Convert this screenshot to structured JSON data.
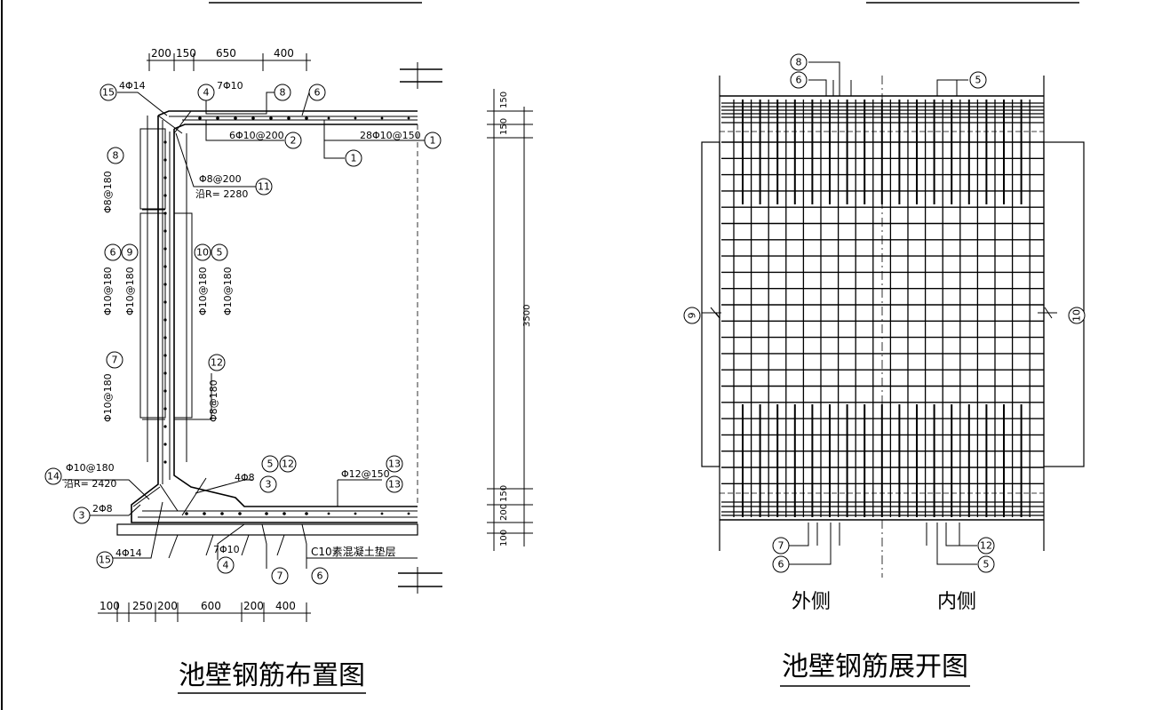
{
  "titles": {
    "left": "池壁钢筋布置图",
    "right": "池壁钢筋展开图"
  },
  "side_labels": {
    "outer": "外侧",
    "inner": "内侧"
  },
  "dimensions": {
    "top": [
      "200",
      "150",
      "650",
      "400"
    ],
    "bottom": [
      "100",
      "250",
      "200",
      "600",
      "200",
      "400"
    ],
    "vertical": [
      "150",
      "150",
      "3500",
      "150",
      "200",
      "100"
    ]
  },
  "callouts": {
    "c15_top": "4Φ14",
    "c4_top": "7Φ10",
    "c2": "6Φ10@200",
    "c1": "28Φ10@150",
    "c11_a": "Φ8@200",
    "c11_b": "沿R= 2280",
    "v8": "Φ8@180",
    "v6": "Φ10@180",
    "v9": "Φ10@180",
    "v10": "Φ10@180",
    "v5": "Φ10@180",
    "v7": "Φ10@180",
    "v12": "Φ8@180",
    "c14_a": "Φ10@180",
    "c14_b": "沿R= 2420",
    "c3_left": "2Φ8",
    "c3_right": "4Φ8",
    "c13": "Φ12@150",
    "c15_bot": "4Φ14",
    "c4_bot": "7Φ10",
    "cushion": "C10素混凝土垫层"
  }
}
